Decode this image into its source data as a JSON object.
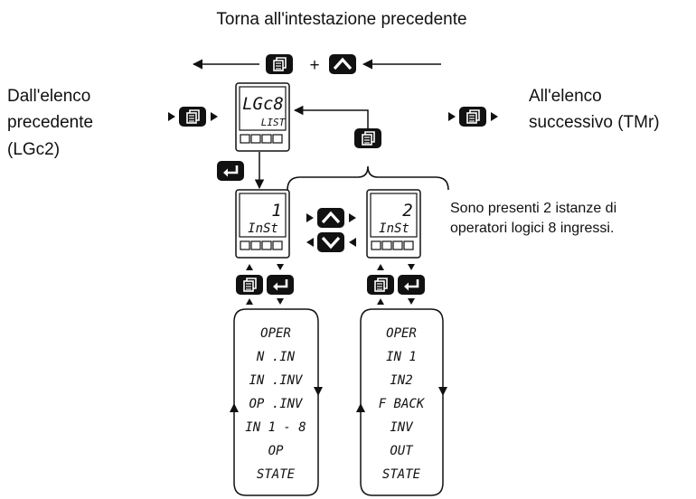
{
  "header": {
    "back_to_previous": "Torna all'intestazione precedente"
  },
  "left_label": {
    "line1": "Dall'elenco",
    "line2": "precedente",
    "line3": "(LGc2)"
  },
  "right_label": {
    "line1": "All'elenco",
    "line2": "successivo (TMr)"
  },
  "list_display": {
    "top": "LGc8",
    "bottom": "LIST"
  },
  "instance_1": {
    "top": "1",
    "bottom": "InSt"
  },
  "instance_2": {
    "top": "2",
    "bottom": "InSt"
  },
  "note": {
    "line1": "Sono presenti 2 istanze di",
    "line2": "operatori logici 8 ingressi."
  },
  "params_instance_1": [
    "OPER",
    "N .IN",
    "IN .INV",
    "OP .INV",
    "IN 1 - 8",
    "OP",
    "STATE"
  ],
  "params_instance_2": [
    "OPER",
    "IN 1",
    "IN2",
    "F BACK",
    "INV",
    "OUT",
    "STATE"
  ],
  "icons": {
    "page": "page-key-icon",
    "up": "up-arrow-key-icon",
    "down": "down-arrow-key-icon",
    "enter": "enter-key-icon"
  },
  "colors": {
    "key": "#111111",
    "line": "#111111"
  }
}
